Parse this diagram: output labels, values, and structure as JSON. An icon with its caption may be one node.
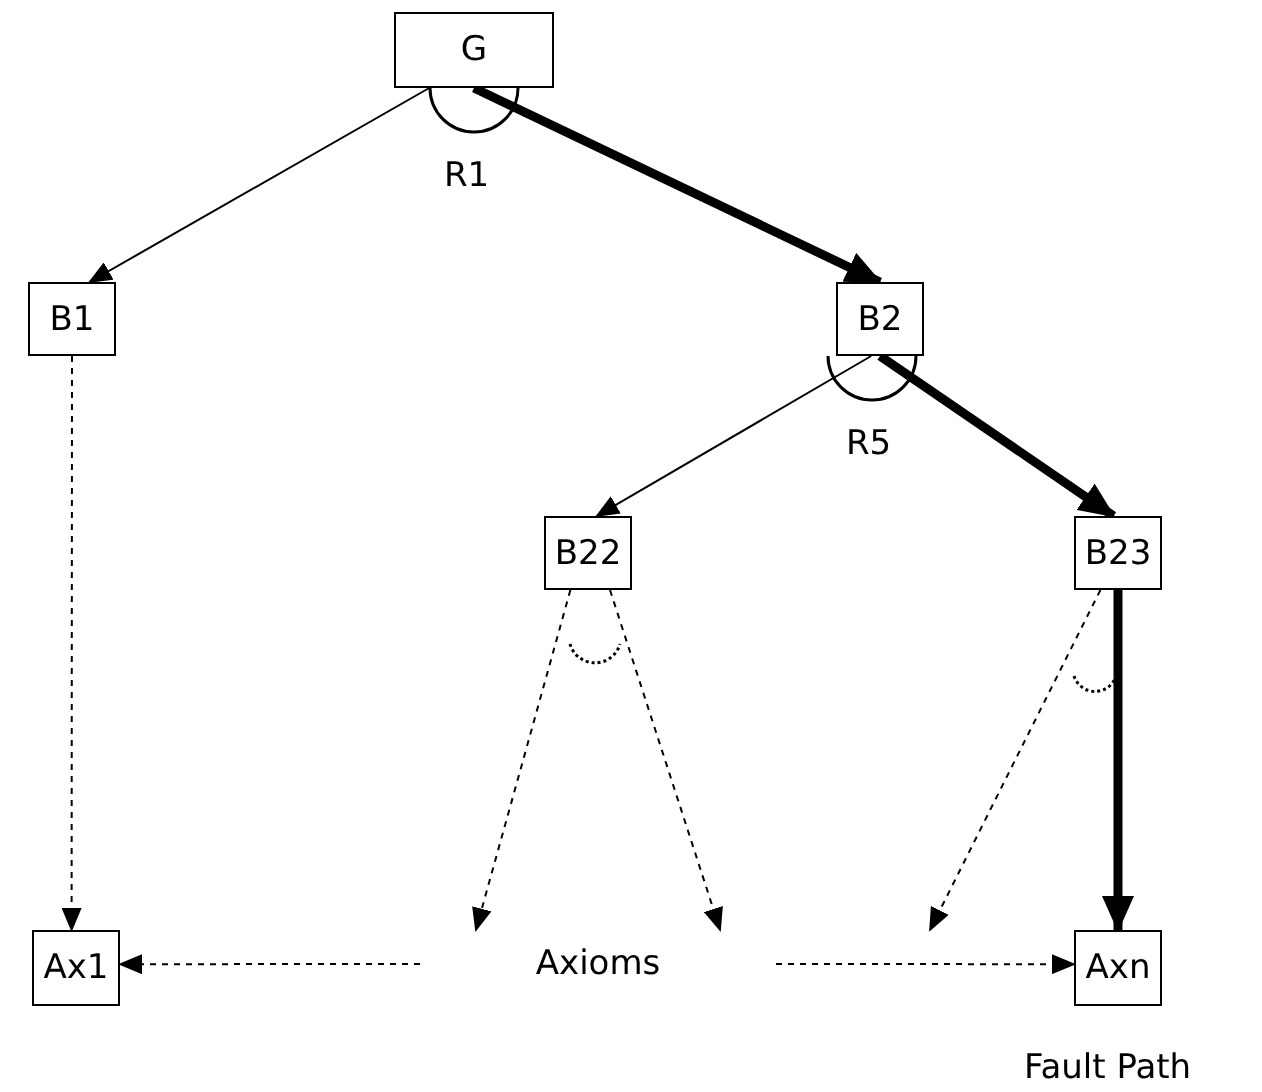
{
  "diagram": {
    "nodes": [
      {
        "text": [
          "G"
        ]
      },
      {
        "text": [
          "B1"
        ]
      },
      {
        "text": [
          "B2"
        ]
      },
      {
        "text": [
          "B22"
        ]
      },
      {
        "text": [
          "B23"
        ]
      },
      {
        "text": [
          "Ax1"
        ]
      },
      {
        "text": [
          "Axioms"
        ]
      },
      {
        "text": [
          "Axn"
        ]
      }
    ],
    "edges": [
      {
        "from": 0,
        "to": 1,
        "arrow": "to"
      },
      {
        "from": 0,
        "to": 2,
        "arrow": "to",
        "style": "thick"
      },
      {
        "from": 1,
        "to": 5,
        "arrow": "to",
        "style": "dashed"
      },
      {
        "from": 2,
        "to": 3,
        "arrow": "to"
      },
      {
        "from": 2,
        "to": 4,
        "arrow": "to",
        "style": "thick"
      },
      {
        "from": 3,
        "to": 6,
        "arrow": "to",
        "style": "dashed"
      },
      {
        "from": 3,
        "to": 6,
        "arrow": "to",
        "style": "dashed"
      },
      {
        "from": 4,
        "to": null,
        "arrow": "to",
        "style": "dashed"
      },
      {
        "from": 4,
        "to": 7,
        "arrow": "to",
        "style": "thick"
      },
      {
        "from": 6,
        "to": 5,
        "arrow": "to",
        "style": "dashed"
      },
      {
        "from": 6,
        "to": 7,
        "arrow": "to",
        "style": "dashed"
      }
    ],
    "labels": [
      "R1",
      "R5",
      "Fault Path"
    ]
  }
}
